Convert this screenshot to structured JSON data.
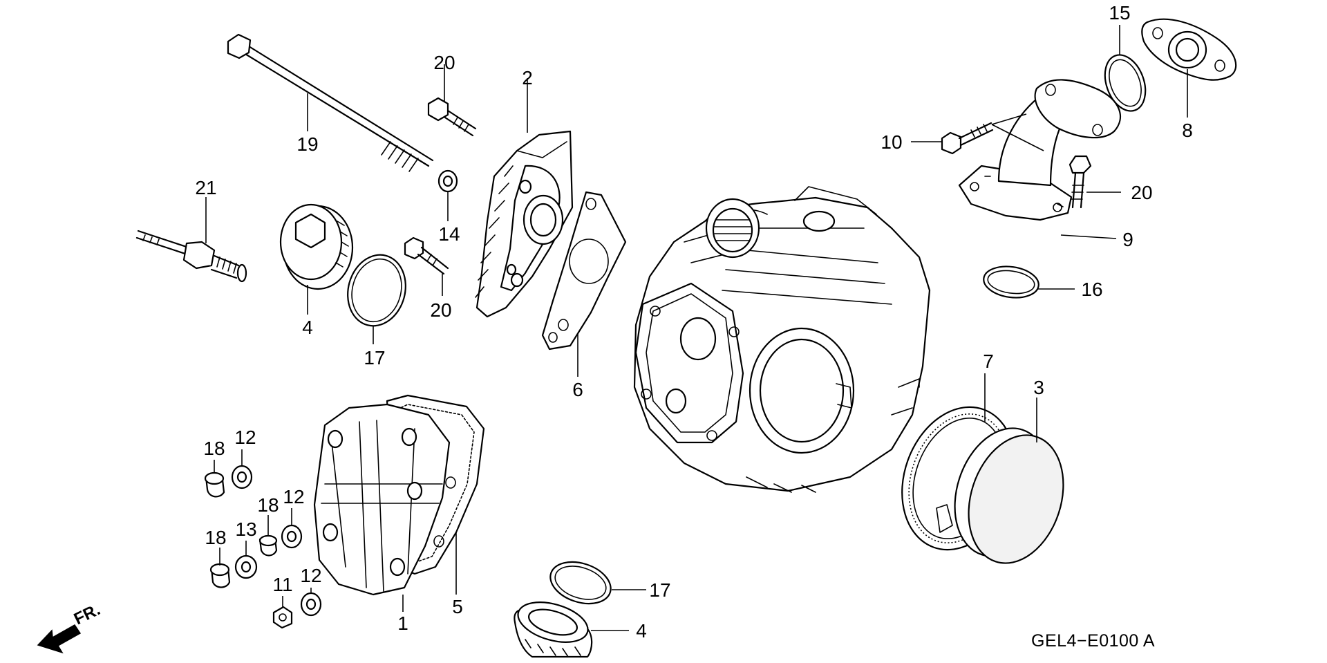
{
  "diagram_code": "GEL4−E0100 A",
  "front_indicator": "FR.",
  "parts": [
    {
      "id": "19",
      "label": "19",
      "name": "bolt-long"
    },
    {
      "id": "20a",
      "label": "20",
      "name": "bolt-flange-upper"
    },
    {
      "id": "2",
      "label": "2",
      "name": "cam-chain-tensioner-cover"
    },
    {
      "id": "21",
      "label": "21",
      "name": "spark-plug"
    },
    {
      "id": "14",
      "label": "14",
      "name": "washer"
    },
    {
      "id": "4a",
      "label": "4",
      "name": "tappet-cap-upper"
    },
    {
      "id": "17a",
      "label": "17",
      "name": "o-ring-upper"
    },
    {
      "id": "20b",
      "label": "20",
      "name": "bolt-flange-middle"
    },
    {
      "id": "6",
      "label": "6",
      "name": "gasket-side"
    },
    {
      "id": "15",
      "label": "15",
      "name": "o-ring-insulator"
    },
    {
      "id": "8",
      "label": "8",
      "name": "insulator"
    },
    {
      "id": "10",
      "label": "10",
      "name": "bolt-manifold"
    },
    {
      "id": "20c",
      "label": "20",
      "name": "bolt-flange-manifold"
    },
    {
      "id": "9",
      "label": "9",
      "name": "intake-manifold"
    },
    {
      "id": "16",
      "label": "16",
      "name": "o-ring-manifold"
    },
    {
      "id": "7",
      "label": "7",
      "name": "o-ring-cover"
    },
    {
      "id": "3",
      "label": "3",
      "name": "cylinder-head-side-cover"
    },
    {
      "id": "18a",
      "label": "18",
      "name": "cap-nut-a"
    },
    {
      "id": "12a",
      "label": "12",
      "name": "washer-a"
    },
    {
      "id": "18b",
      "label": "18",
      "name": "cap-nut-b"
    },
    {
      "id": "12b",
      "label": "12",
      "name": "washer-b"
    },
    {
      "id": "18c",
      "label": "18",
      "name": "cap-nut-c"
    },
    {
      "id": "13",
      "label": "13",
      "name": "washer-c"
    },
    {
      "id": "11",
      "label": "11",
      "name": "nut"
    },
    {
      "id": "12c",
      "label": "12",
      "name": "washer-d"
    },
    {
      "id": "1",
      "label": "1",
      "name": "cylinder-head-cover"
    },
    {
      "id": "5",
      "label": "5",
      "name": "gasket-head-cover"
    },
    {
      "id": "17b",
      "label": "17",
      "name": "o-ring-lower"
    },
    {
      "id": "4b",
      "label": "4",
      "name": "tappet-cap-lower"
    }
  ]
}
